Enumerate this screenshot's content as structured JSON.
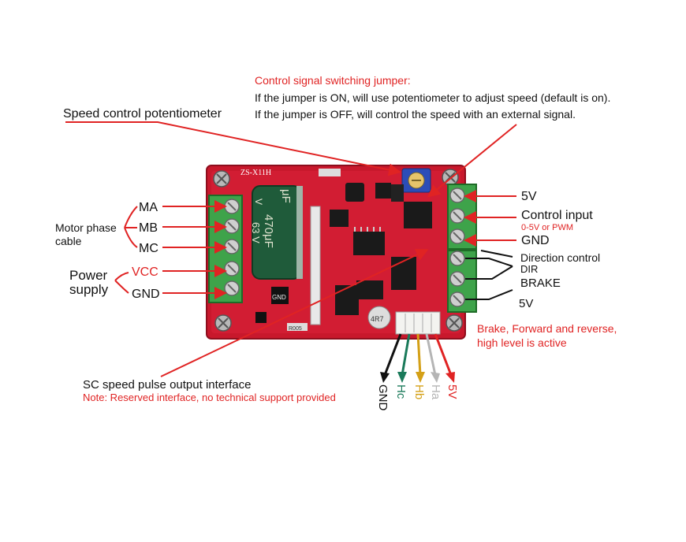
{
  "jumper_note": {
    "title": "Control signal switching jumper:",
    "line1": "If the jumper is ON, will use potentiometer to adjust speed (default is on).",
    "line2": "If  the jumper is OFF, will control the speed with an external signal."
  },
  "speed_pot_label": "Speed control potentiometer",
  "board": {
    "model": "ZS-X11H",
    "capacitor_1": "μF",
    "capacitor_2": "470μF",
    "capacitor_3": "63 V",
    "capacitor_4": "V",
    "chip": "GND",
    "resistor": "R005",
    "small_cap": "4R7"
  },
  "left_terminals": {
    "ma": "MA",
    "mb": "MB",
    "mc": "MC",
    "motor_phase_1": "Motor phase",
    "motor_phase_2": "cable",
    "vcc": "VCC",
    "gnd": "GND",
    "power_1": "Power",
    "power_2": "supply"
  },
  "right_terminals": {
    "v5_top": "5V",
    "control_input": "Control input",
    "control_input_sub": "0-5V or PWM",
    "gnd": "GND",
    "dir_control": "Direction control",
    "dir": "DIR",
    "brake": "BRAKE",
    "v5_bottom": "5V",
    "brake_note_1": "Brake, Forward and reverse,",
    "brake_note_2": "high level is active"
  },
  "sc_output": {
    "title": "SC speed pulse output interface",
    "note": "Note: Reserved interface, no technical support provided"
  },
  "hall_pins": [
    {
      "label": "GND",
      "color": "#111111"
    },
    {
      "label": "Hc",
      "color": "#1a7a5a"
    },
    {
      "label": "Hb",
      "color": "#d4a017"
    },
    {
      "label": "Ha",
      "color": "#b5b5b5"
    },
    {
      "label": "5V",
      "color": "#e02323"
    }
  ],
  "colors": {
    "accent_red": "#e02323",
    "pcb_red": "#c8182c",
    "terminal_green": "#3ea34a"
  }
}
